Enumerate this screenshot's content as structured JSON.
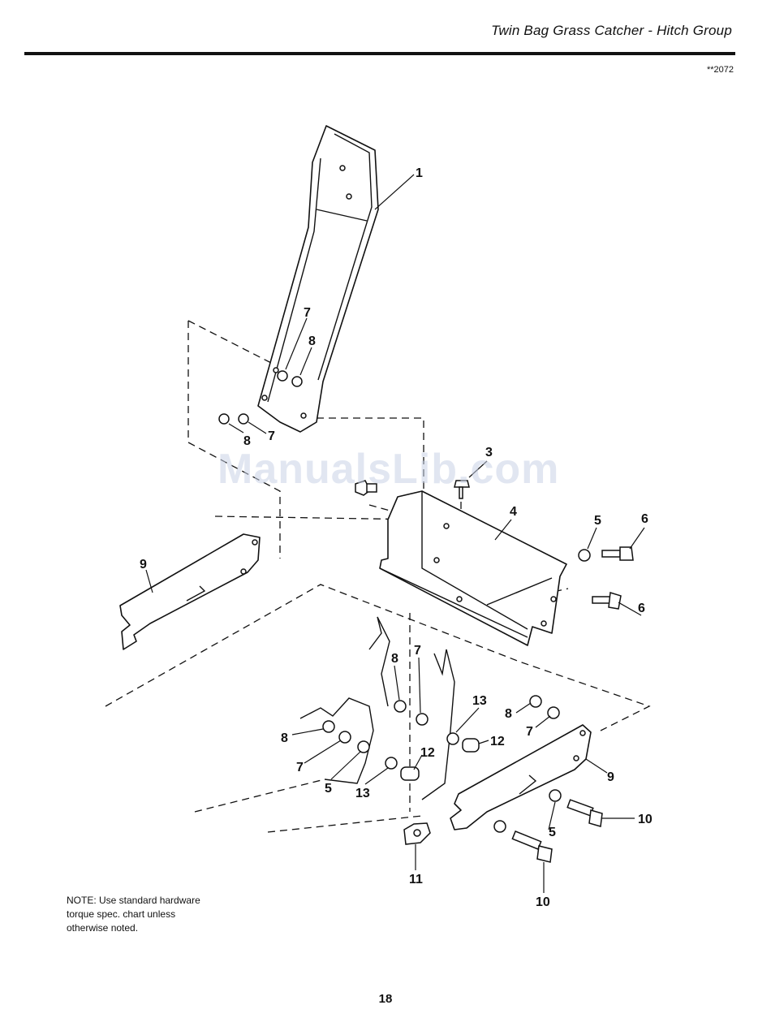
{
  "header": {
    "title": "Twin Bag Grass Catcher - Hitch Group",
    "diagram_code": "**2072"
  },
  "watermark": "ManualsLib.com",
  "callouts": [
    {
      "id": "c1",
      "label": "1"
    },
    {
      "id": "c7a",
      "label": "7"
    },
    {
      "id": "c8a",
      "label": "8"
    },
    {
      "id": "c8b",
      "label": "8"
    },
    {
      "id": "c7b",
      "label": "7"
    },
    {
      "id": "c3",
      "label": "3"
    },
    {
      "id": "c4",
      "label": "4"
    },
    {
      "id": "c5a",
      "label": "5"
    },
    {
      "id": "c6a",
      "label": "6"
    },
    {
      "id": "c9a",
      "label": "9"
    },
    {
      "id": "c6b",
      "label": "6"
    },
    {
      "id": "c8c",
      "label": "8"
    },
    {
      "id": "c7c",
      "label": "7"
    },
    {
      "id": "c13a",
      "label": "13"
    },
    {
      "id": "c8d",
      "label": "8"
    },
    {
      "id": "c7d",
      "label": "7"
    },
    {
      "id": "c12a",
      "label": "12"
    },
    {
      "id": "c8e",
      "label": "8"
    },
    {
      "id": "c7e",
      "label": "7"
    },
    {
      "id": "c5b",
      "label": "5"
    },
    {
      "id": "c13b",
      "label": "13"
    },
    {
      "id": "c12b",
      "label": "12"
    },
    {
      "id": "c9b",
      "label": "9"
    },
    {
      "id": "c10a",
      "label": "10"
    },
    {
      "id": "c5c",
      "label": "5"
    },
    {
      "id": "c11",
      "label": "11"
    },
    {
      "id": "c10b",
      "label": "10"
    }
  ],
  "note": "NOTE: Use standard hardware\ntorque spec. chart unless\notherwise noted.",
  "page_number": "18"
}
